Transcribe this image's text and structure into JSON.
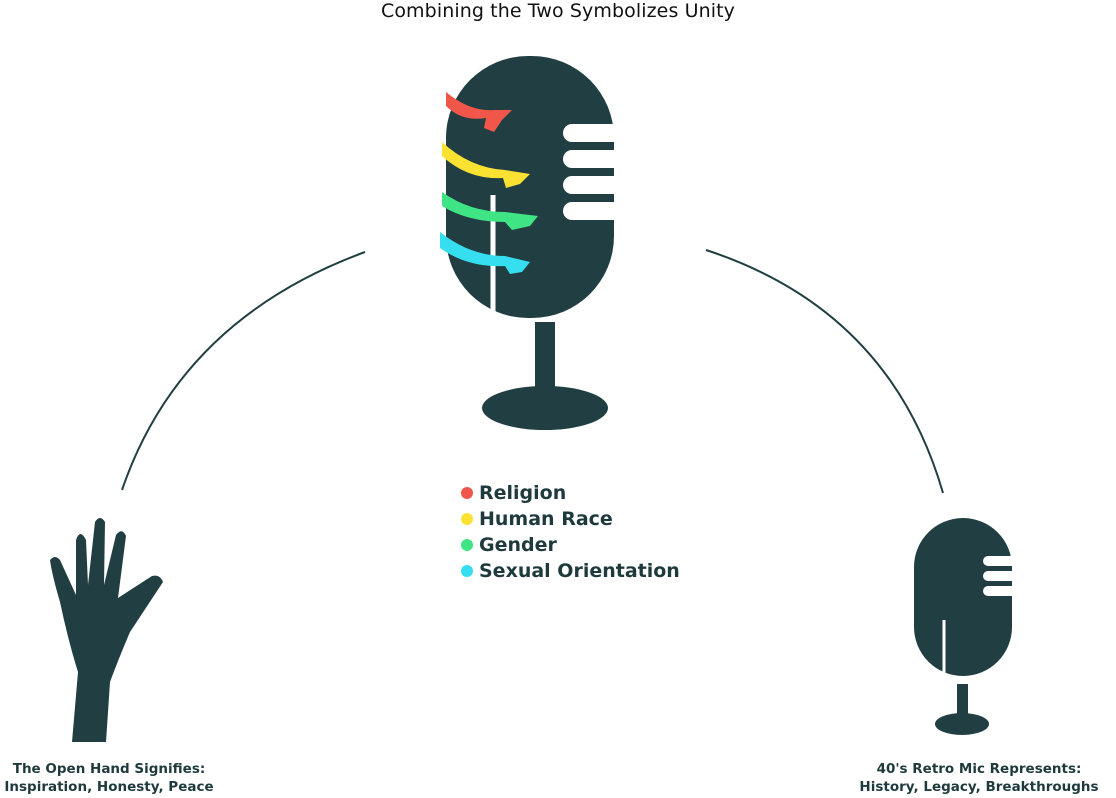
{
  "title": "Combining the Two Symbolizes Unity",
  "legend": [
    {
      "label": "Religion",
      "color": "#f0564a"
    },
    {
      "label": "Human Race",
      "color": "#fbe232"
    },
    {
      "label": "Gender",
      "color": "#3fe584"
    },
    {
      "label": "Sexual Orientation",
      "color": "#35dff0"
    }
  ],
  "left_caption": {
    "line1": "The Open Hand Signifies:",
    "line2": "Inspiration, Honesty, Peace"
  },
  "right_caption": {
    "line1": "40's Retro Mic Represents:",
    "line2": "History, Legacy, Breakthroughs"
  },
  "colors": {
    "icon": "#213f42",
    "connector": "#213f42"
  }
}
